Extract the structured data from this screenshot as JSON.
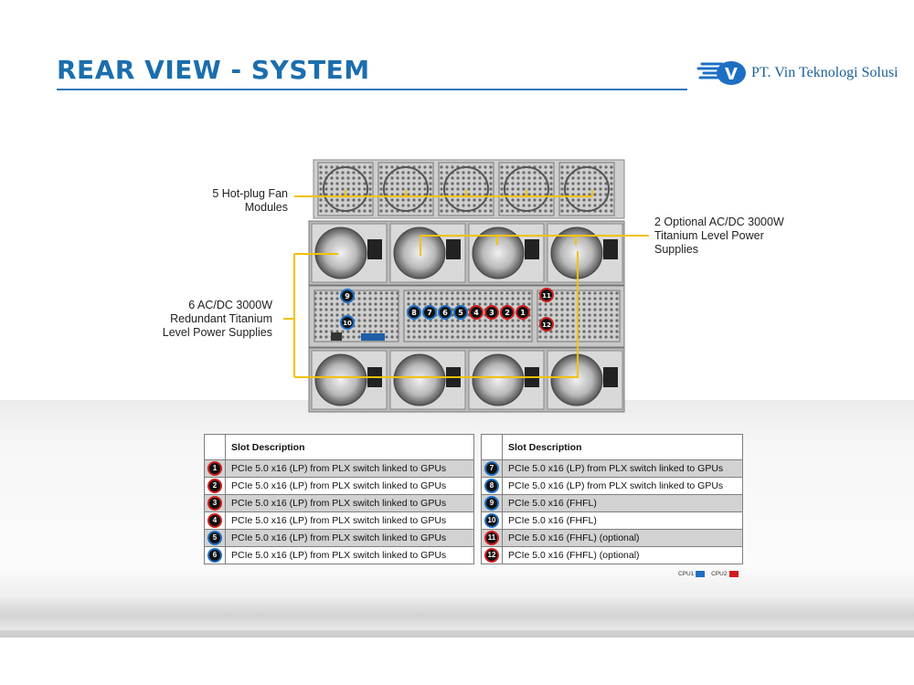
{
  "header": {
    "title": "REAR VIEW - SYSTEM",
    "company": "PT. Vin Teknologi Solusi",
    "logo_letter": "V"
  },
  "callouts": {
    "fans": [
      "5 Hot-plug Fan",
      "Modules"
    ],
    "optional_psu": [
      "2 Optional AC/DC 3000W",
      "Titanium Level Power",
      "Supplies"
    ],
    "redundant_psu": [
      "6 AC/DC 3000W",
      "Redundant Titanium",
      "Level Power Supplies"
    ]
  },
  "server_badges": [
    {
      "n": "9",
      "cpu": "cpu1"
    },
    {
      "n": "10",
      "cpu": "cpu1"
    },
    {
      "n": "8",
      "cpu": "cpu1"
    },
    {
      "n": "7",
      "cpu": "cpu1"
    },
    {
      "n": "6",
      "cpu": "cpu1"
    },
    {
      "n": "5",
      "cpu": "cpu1"
    },
    {
      "n": "4",
      "cpu": "cpu2"
    },
    {
      "n": "3",
      "cpu": "cpu2"
    },
    {
      "n": "2",
      "cpu": "cpu2"
    },
    {
      "n": "1",
      "cpu": "cpu2"
    },
    {
      "n": "11",
      "cpu": "cpu2"
    },
    {
      "n": "12",
      "cpu": "cpu2"
    }
  ],
  "table_header": "Slot Description",
  "slots_left": [
    {
      "n": "1",
      "cpu": "cpu2",
      "desc": "PCIe 5.0 x16 (LP) from PLX switch linked to GPUs"
    },
    {
      "n": "2",
      "cpu": "cpu2",
      "desc": "PCIe 5.0 x16 (LP) from PLX switch linked to GPUs"
    },
    {
      "n": "3",
      "cpu": "cpu2",
      "desc": "PCIe 5.0 x16 (LP) from PLX switch linked to GPUs"
    },
    {
      "n": "4",
      "cpu": "cpu2",
      "desc": "PCIe 5.0 x16 (LP) from PLX switch linked to GPUs"
    },
    {
      "n": "5",
      "cpu": "cpu1",
      "desc": "PCIe 5.0 x16 (LP) from PLX switch linked to GPUs"
    },
    {
      "n": "6",
      "cpu": "cpu1",
      "desc": "PCIe 5.0 x16 (LP) from PLX switch linked to GPUs"
    }
  ],
  "slots_right": [
    {
      "n": "7",
      "cpu": "cpu1",
      "desc": "PCIe 5.0 x16 (LP) from PLX switch linked to GPUs"
    },
    {
      "n": "8",
      "cpu": "cpu1",
      "desc": "PCIe 5.0 x16 (LP) from PLX switch linked to GPUs"
    },
    {
      "n": "9",
      "cpu": "cpu1",
      "desc": "PCIe 5.0 x16 (FHFL)"
    },
    {
      "n": "10",
      "cpu": "cpu1",
      "desc": "PCIe 5.0 x16 (FHFL)"
    },
    {
      "n": "11",
      "cpu": "cpu2",
      "desc": "PCIe 5.0 x16 (FHFL) (optional)"
    },
    {
      "n": "12",
      "cpu": "cpu2",
      "desc": "PCIe 5.0 x16 (FHFL) (optional)"
    }
  ],
  "legend": {
    "cpu1": "CPU1",
    "cpu2": "CPU2"
  },
  "colors": {
    "cpu1": "#1d6fc4",
    "cpu2": "#d11c1c",
    "title": "#1b6eae",
    "callout_line": "#f2c100"
  }
}
